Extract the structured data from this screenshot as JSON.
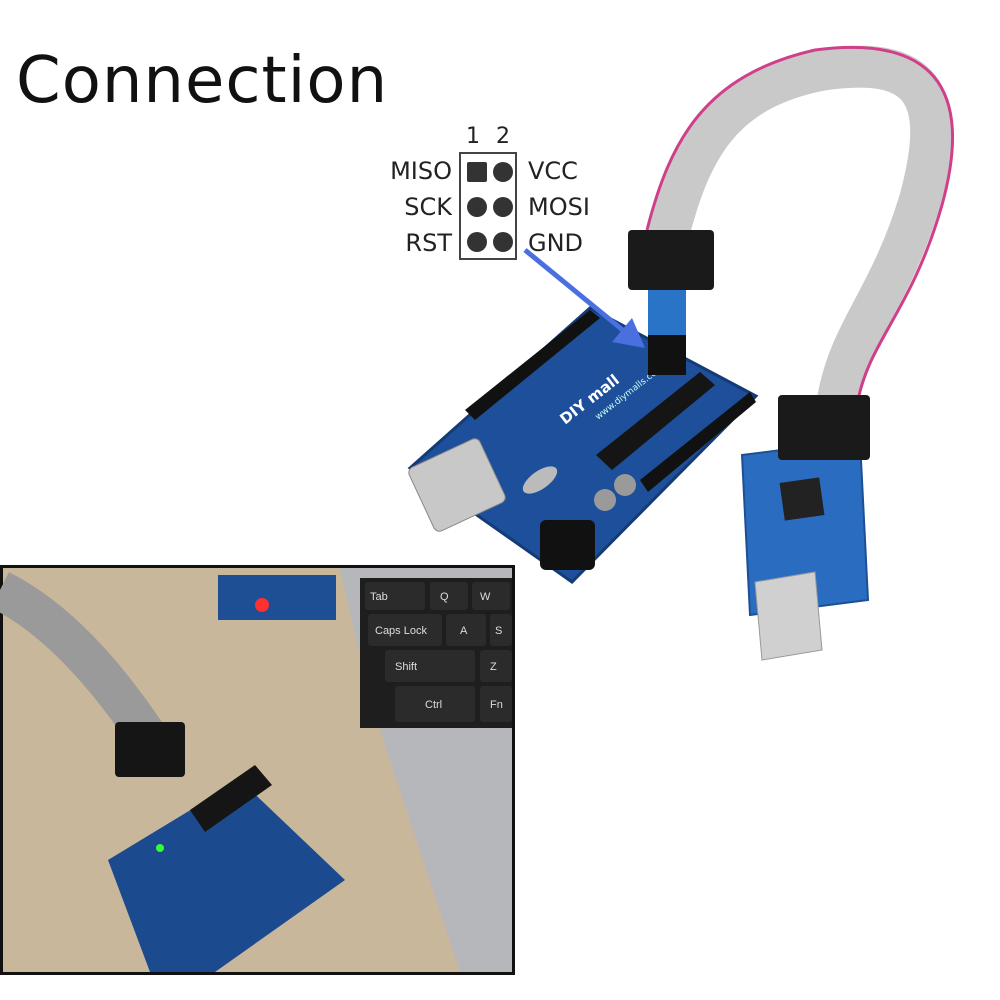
{
  "title": "Connection",
  "header_pinout": {
    "column_numbers": [
      "1",
      "2"
    ],
    "left_labels": [
      "MISO",
      "SCK",
      "RST"
    ],
    "right_labels": [
      "VCC",
      "MOSI",
      "GND"
    ]
  },
  "colors": {
    "arrow": "#4a6fe0",
    "board": "#1d4f9a",
    "cable": "#c9c9c9",
    "cable_edge": "#d0408a"
  },
  "board_text": {
    "url": "www.diymalls.com",
    "logo": "DIY mall"
  },
  "photo_keyboard_keys": [
    "Tab",
    "Q",
    "W",
    "Caps Lock",
    "A",
    "S",
    "Shift",
    "Z",
    "Ctrl",
    "Fn"
  ]
}
